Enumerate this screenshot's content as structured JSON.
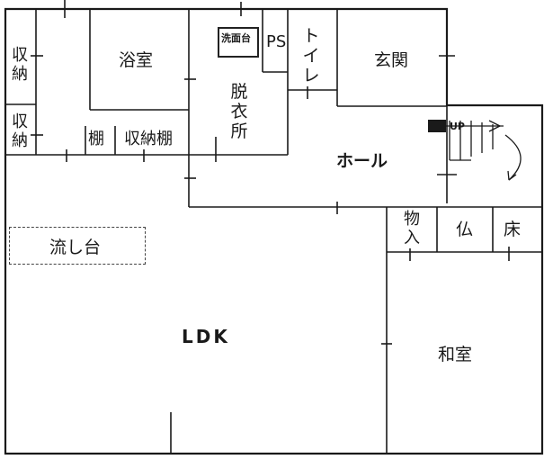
{
  "rooms": {
    "storage_top": "収納",
    "storage_bottom": "収納",
    "bath": "浴室",
    "shelf": "棚",
    "storage_shelf": "収納棚",
    "washbasin": "洗面台",
    "pipe_space": "PS",
    "toilet": "トイレ",
    "dressing": "脱衣所",
    "entrance": "玄関",
    "stairs_up": "UP",
    "hall": "ホール",
    "storeroom": "物入",
    "altar": "仏",
    "alcove": "床",
    "sink": "流し台",
    "ldk": "LDK",
    "japanese_room": "和室"
  },
  "colors": {
    "line": "#1a1a1a",
    "background": "#ffffff"
  }
}
